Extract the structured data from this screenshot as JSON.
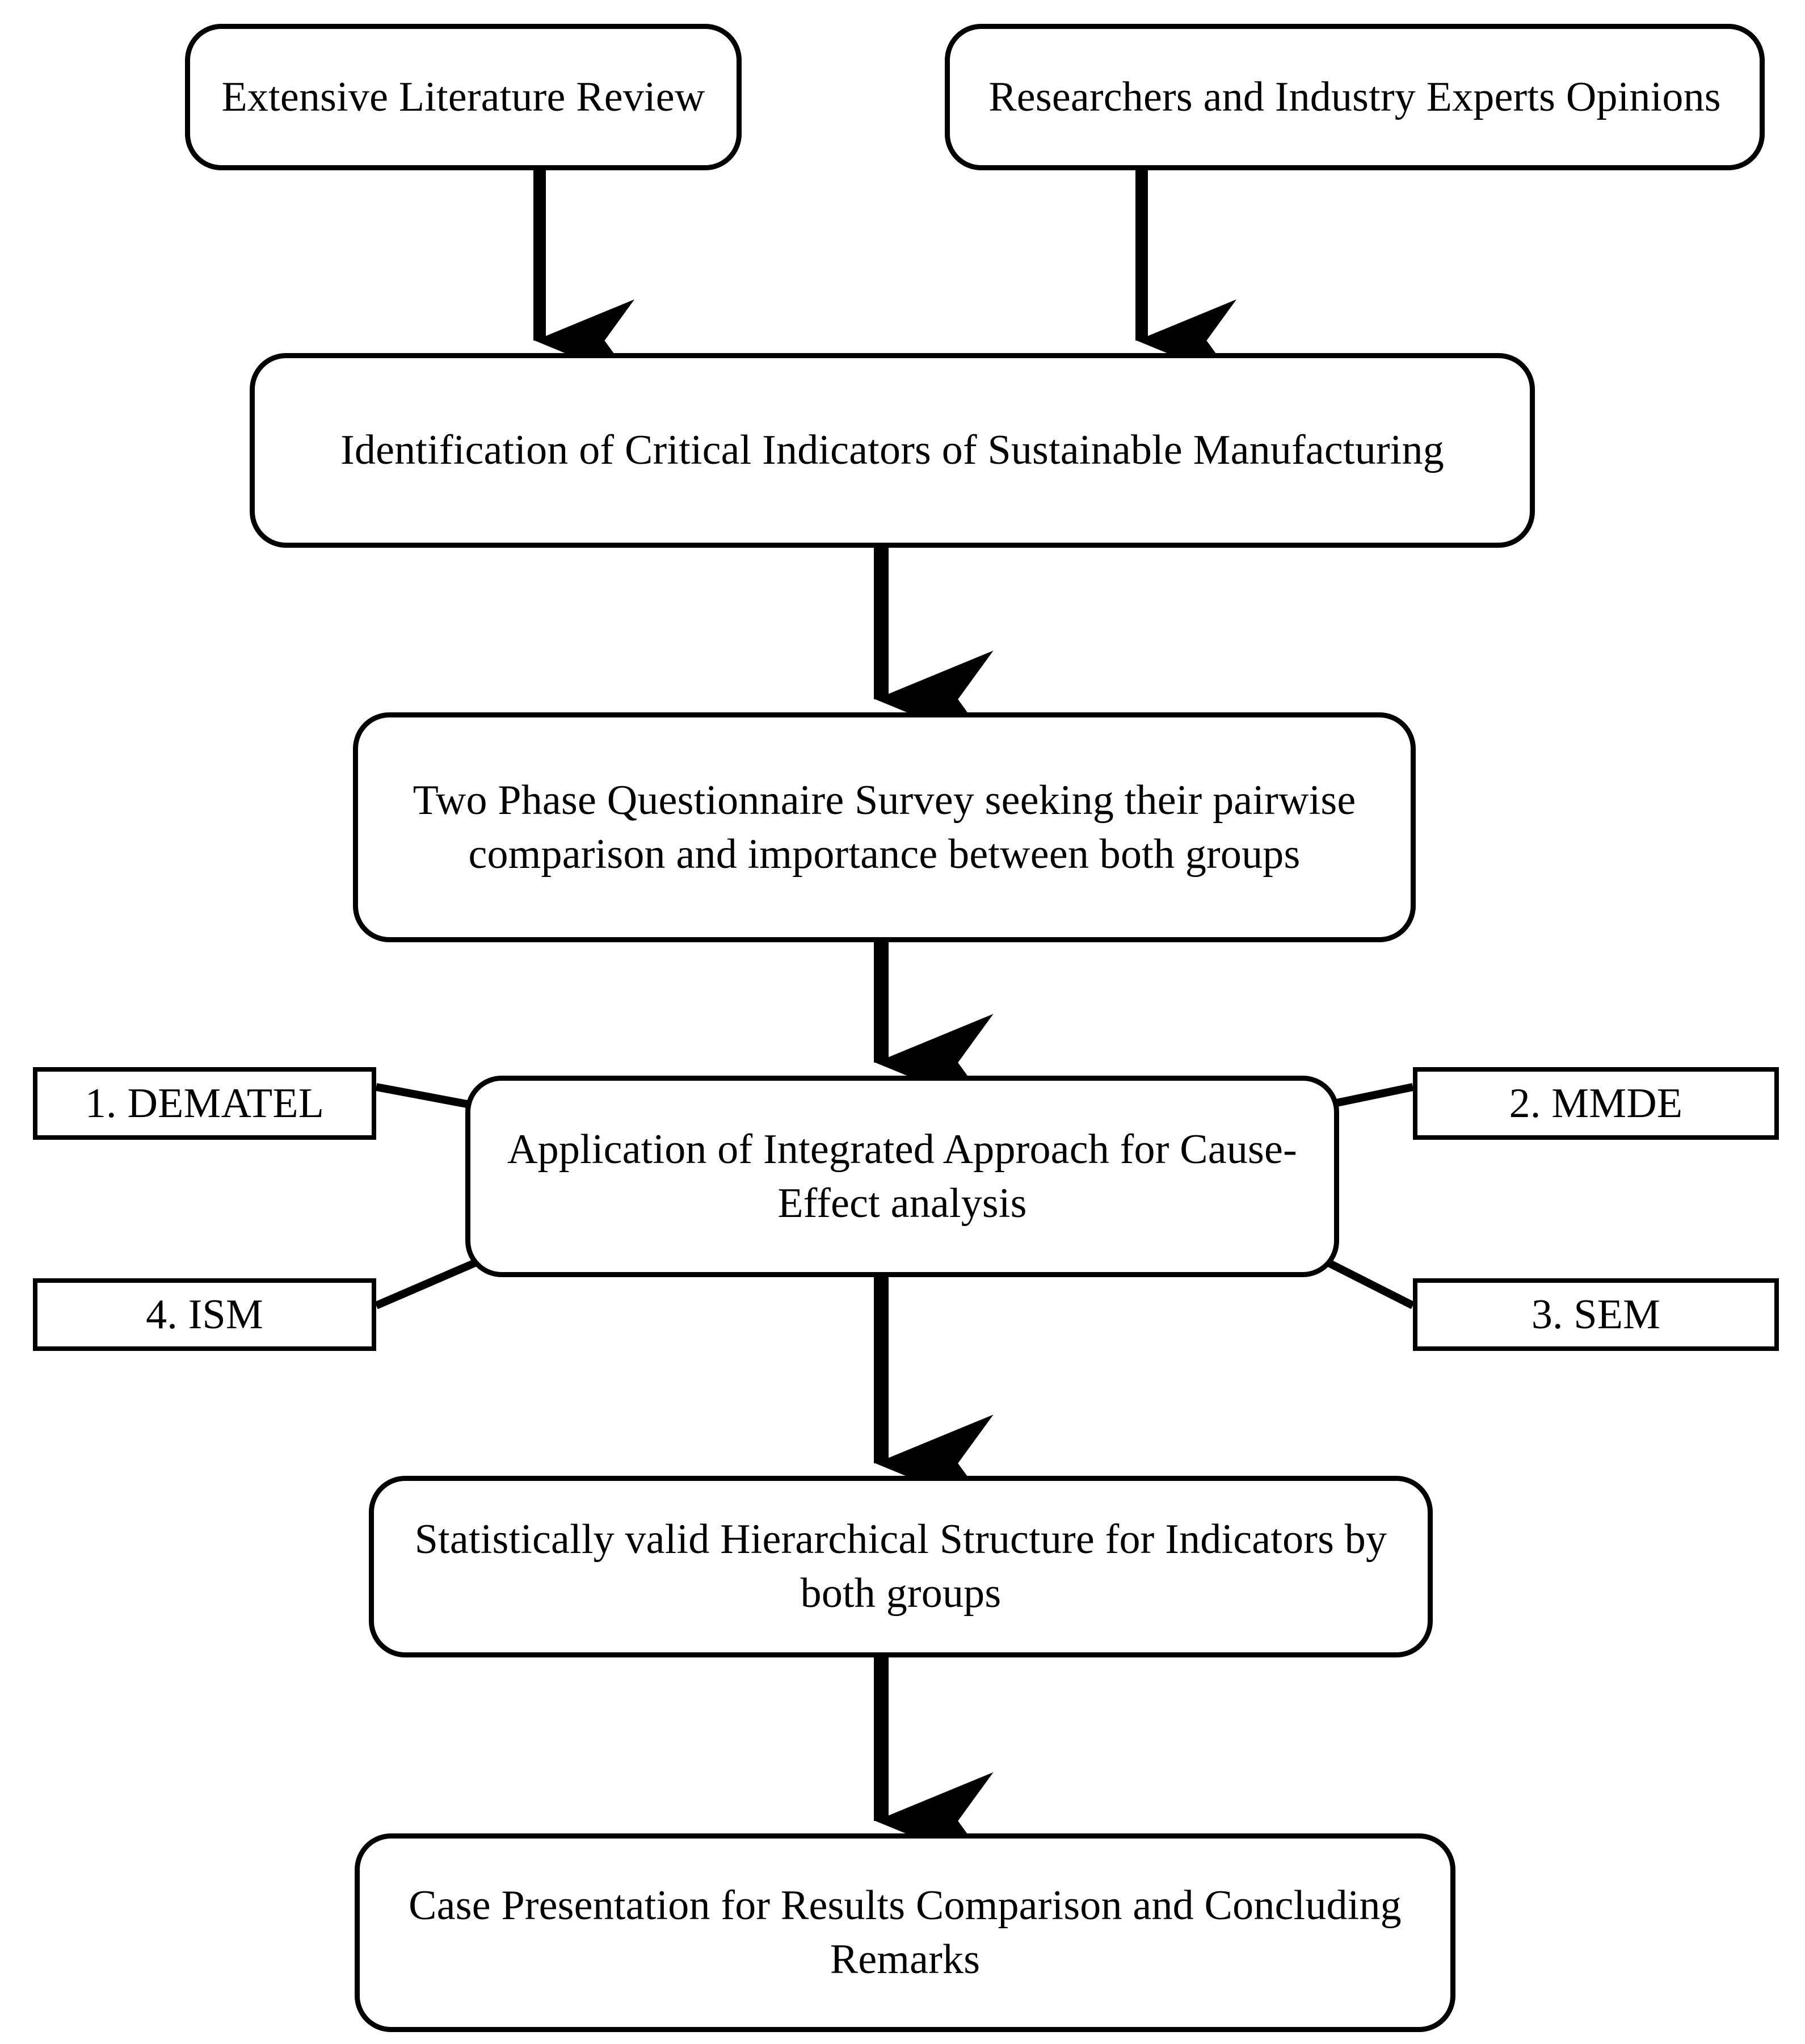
{
  "diagram": {
    "title": "Research Methodology Flowchart",
    "background_color": "#ffffff",
    "line_color": "#000000",
    "text_color": "#000000"
  },
  "nodes": {
    "literature_review": {
      "text": "Extensive Literature Review",
      "shape": "rounded-rectangle"
    },
    "experts_opinions": {
      "text": "Researchers and Industry Experts Opinions",
      "shape": "rounded-rectangle"
    },
    "identification": {
      "text": "Identification of Critical Indicators of Sustainable Manufacturing",
      "shape": "rounded-rectangle"
    },
    "questionnaire": {
      "text": "Two Phase Questionnaire Survey seeking their pairwise comparison and importance between both groups",
      "shape": "rounded-rectangle"
    },
    "application": {
      "text": "Application of Integrated Approach for Cause-Effect analysis",
      "shape": "rounded-rectangle"
    },
    "hierarchical_structure": {
      "text": "Statistically valid Hierarchical Structure for Indicators by both groups",
      "shape": "rounded-rectangle"
    },
    "case_presentation": {
      "text": "Case Presentation for Results Comparison and Concluding Remarks",
      "shape": "rounded-rectangle"
    }
  },
  "methods": {
    "dematel": {
      "text": "1. DEMATEL",
      "shape": "rectangle"
    },
    "mmde": {
      "text": "2. MMDE",
      "shape": "rectangle"
    },
    "sem": {
      "text": "3. SEM",
      "shape": "rectangle"
    },
    "ism": {
      "text": "4. ISM",
      "shape": "rectangle"
    }
  },
  "connections": [
    {
      "from": "literature_review",
      "to": "identification",
      "type": "arrow"
    },
    {
      "from": "experts_opinions",
      "to": "identification",
      "type": "arrow"
    },
    {
      "from": "identification",
      "to": "questionnaire",
      "type": "arrow"
    },
    {
      "from": "questionnaire",
      "to": "application",
      "type": "arrow"
    },
    {
      "from": "application",
      "to": "hierarchical_structure",
      "type": "arrow"
    },
    {
      "from": "hierarchical_structure",
      "to": "case_presentation",
      "type": "arrow"
    },
    {
      "from": "dematel",
      "to": "application",
      "type": "line"
    },
    {
      "from": "mmde",
      "to": "application",
      "type": "line"
    },
    {
      "from": "sem",
      "to": "application",
      "type": "line"
    },
    {
      "from": "ism",
      "to": "application",
      "type": "line"
    }
  ]
}
